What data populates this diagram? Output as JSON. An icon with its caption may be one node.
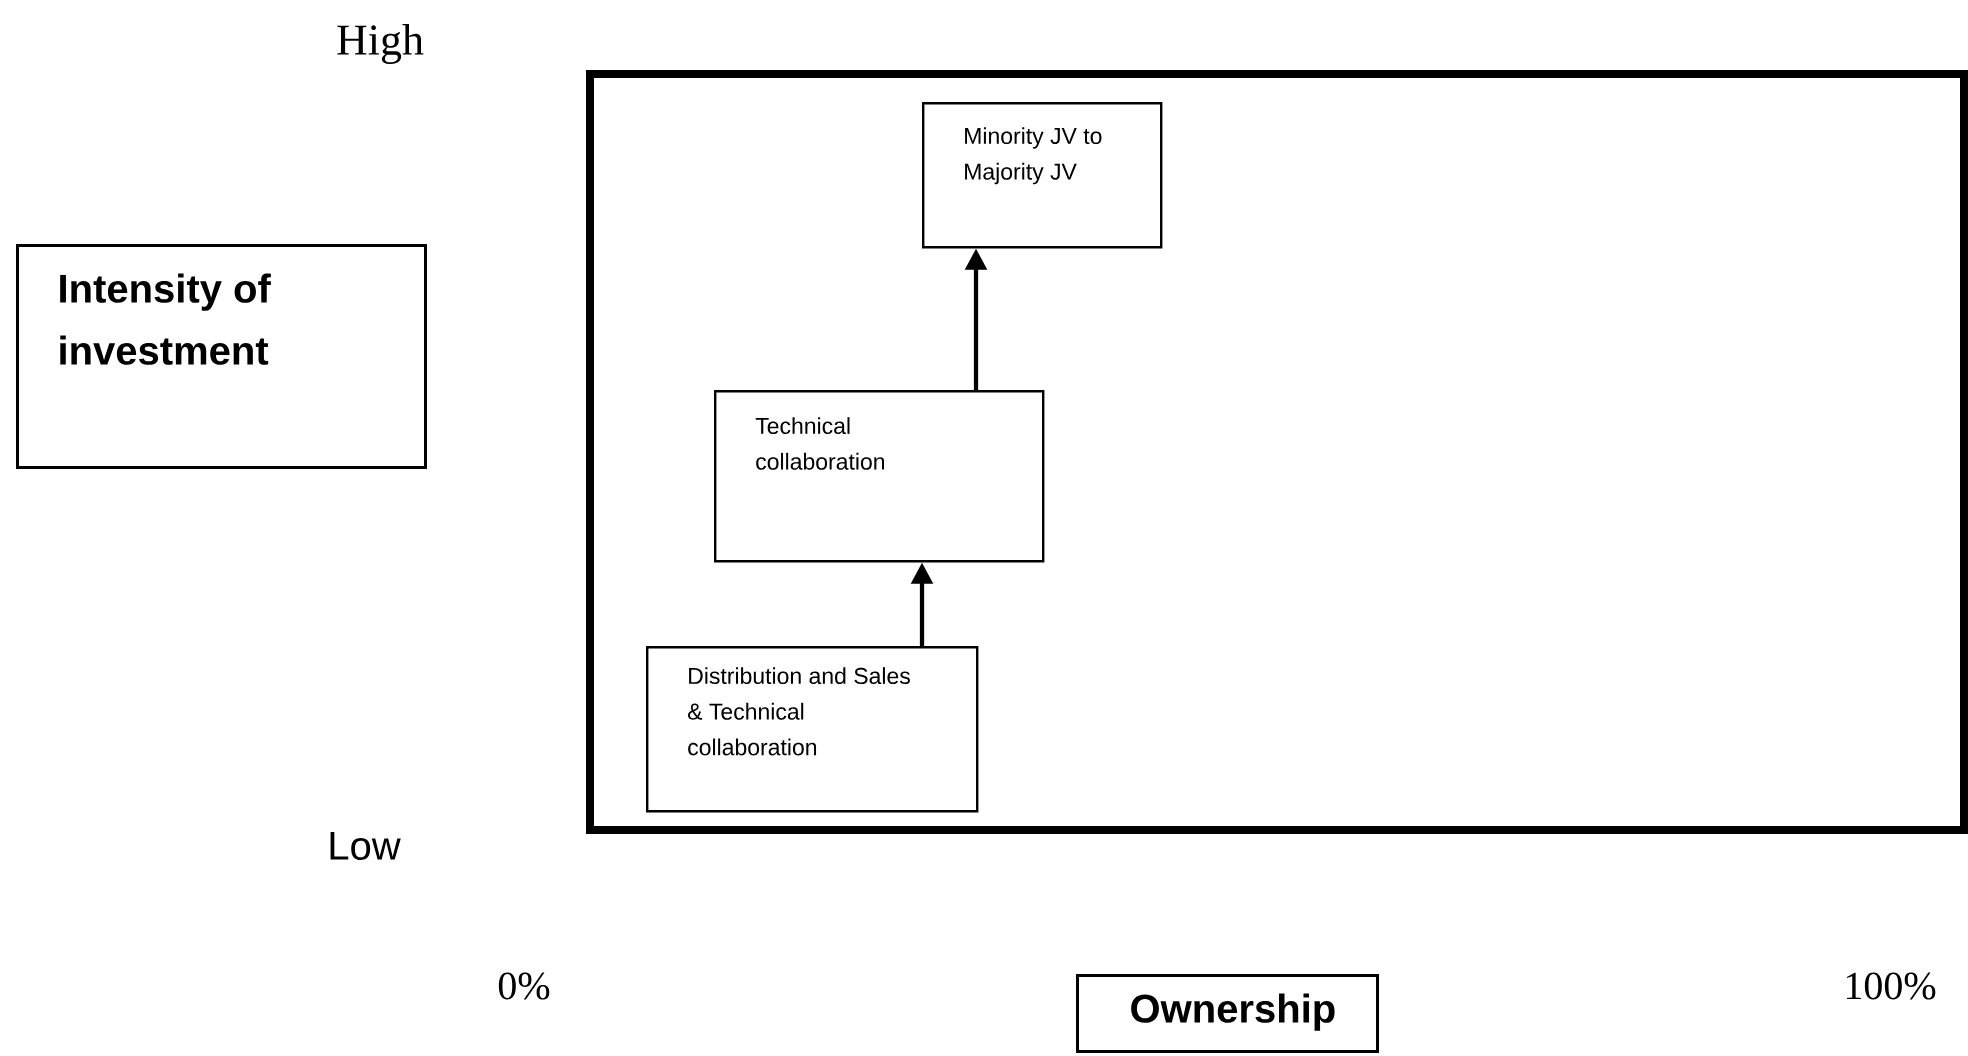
{
  "diagram": {
    "nodes": [
      {
        "text": [
          "Intensity of investment"
        ]
      },
      {
        "text": [],
        "shape": "box"
      },
      {
        "text": [
          "Minority JV to Majority JV"
        ],
        "in": 1
      },
      {
        "text": [
          "Technical collaboration"
        ],
        "in": 1
      },
      {
        "text": [
          "Distribution and Sales & Technical collaboration"
        ],
        "in": 1
      },
      {
        "text": [
          "Ownership"
        ]
      }
    ],
    "edges": [
      {
        "from": 4,
        "to": 3,
        "arrow": "to"
      },
      {
        "from": 3,
        "to": 2,
        "arrow": "to"
      }
    ],
    "labels": [
      "High",
      "Low",
      "0%",
      "100%"
    ]
  }
}
